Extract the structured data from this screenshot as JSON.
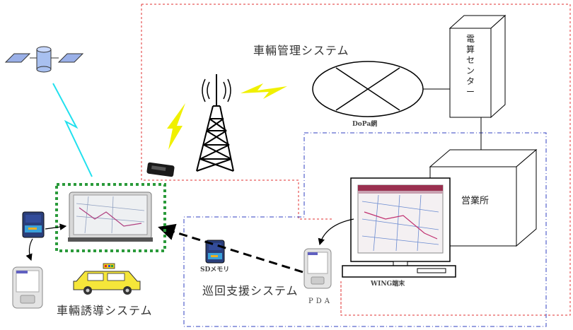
{
  "labels": {
    "vehicle_management_system": "車輛管理システム",
    "computing_center": "電算センター",
    "dopa_network": "DoPa網",
    "sales_office": "営業所",
    "wing_terminal": "WING端末",
    "sd_memory": "SDメモリ",
    "patrol_support_system": "巡回支援システム",
    "pda": "PDA",
    "vehicle_guidance_system": "車輛誘導システム"
  },
  "colors": {
    "red_boundary": "#e03030",
    "blue_boundary": "#3040c0",
    "green_boundary": "#2a9a3a",
    "cyan_link": "#22e0ee",
    "yellow_link": "#f0f000"
  }
}
